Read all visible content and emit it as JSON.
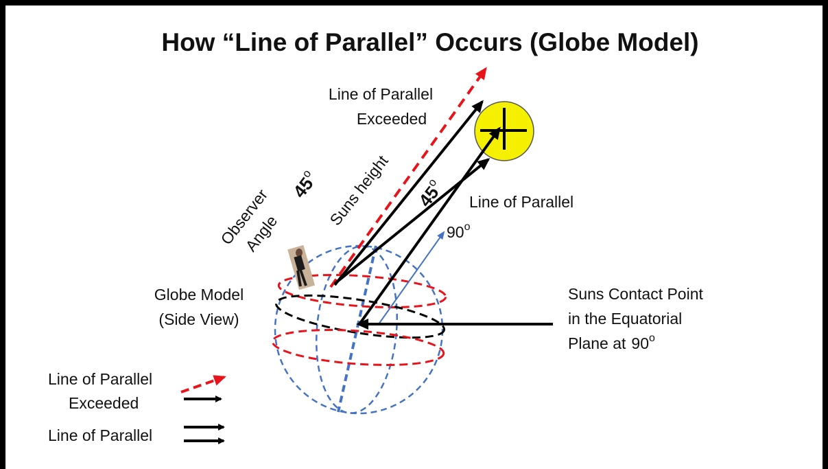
{
  "title": "How “Line of Parallel” Occurs (Globe Model)",
  "labels": {
    "exceeded_top_line1": "Line of Parallel",
    "exceeded_top_line2": "Exceeded",
    "suns_height": "Suns height",
    "observer_line1": "Observer",
    "observer_line2": "Angle",
    "observer_deg": "45",
    "mid_deg": "45",
    "line_of_parallel": "Line of Parallel",
    "ninety_top": "90",
    "globe_line1": "Globe Model",
    "globe_line2": "(Side View)",
    "contact_line1": "Suns Contact Point",
    "contact_line2": "in the Equatorial",
    "contact_line3": "Plane at",
    "contact_deg": "90",
    "degree_mark": "o"
  },
  "legend": {
    "exceeded_line1": "Line of Parallel",
    "exceeded_line2": "Exceeded",
    "parallel": "Line of Parallel"
  },
  "colors": {
    "sun": "#f5f000",
    "red_dash": "#e8141c",
    "globe_blue": "#4472c4",
    "arrow_black": "#000000"
  }
}
